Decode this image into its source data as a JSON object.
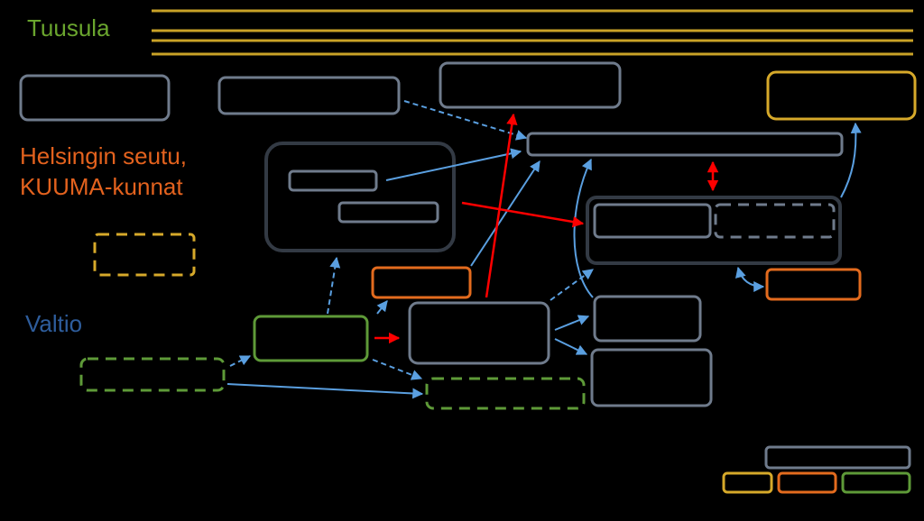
{
  "labels": {
    "tuusula": "Tuusula",
    "helsinki_line1": "Helsingin seutu,",
    "helsinki_line2": "KUUMA-kunnat",
    "valtio": "Valtio"
  },
  "colors": {
    "background": "#000000",
    "tuusula": "#6aa52e",
    "helsinki": "#e3621e",
    "valtio": "#2e5d9c",
    "box_gray": "#6f7b8c",
    "box_yellow": "#d6a92a",
    "box_orange": "#e36b1e",
    "box_green": "#5e9a38",
    "arrow_blue": "#5a9fe0",
    "arrow_red": "#ff0000",
    "timeline_yellow": "#c9a227"
  }
}
